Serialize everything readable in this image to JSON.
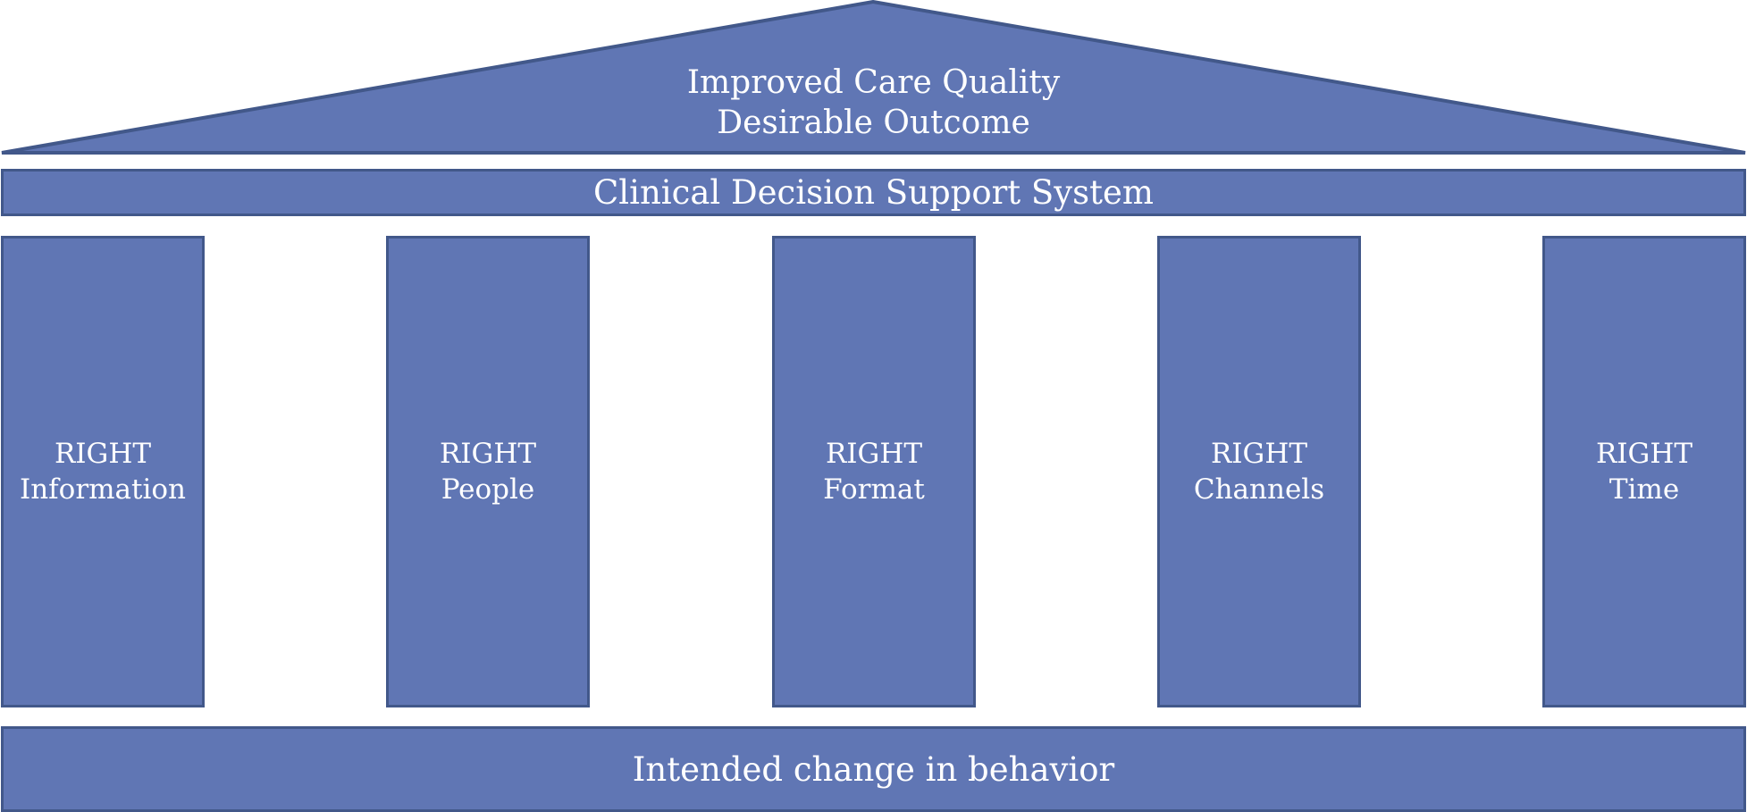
{
  "colors": {
    "fill": "#6076b4",
    "stroke": "#42588a",
    "text": "#ffffff"
  },
  "roof": {
    "line1": "Improved Care Quality",
    "line2": "Desirable Outcome"
  },
  "beam": {
    "label": "Clinical Decision Support System"
  },
  "pillars": [
    {
      "line1": "RIGHT",
      "line2": "Information"
    },
    {
      "line1": "RIGHT",
      "line2": "People"
    },
    {
      "line1": "RIGHT",
      "line2": "Format"
    },
    {
      "line1": "RIGHT",
      "line2": "Channels"
    },
    {
      "line1": "RIGHT",
      "line2": "Time"
    }
  ],
  "foundation": {
    "label": "Intended change in behavior"
  }
}
